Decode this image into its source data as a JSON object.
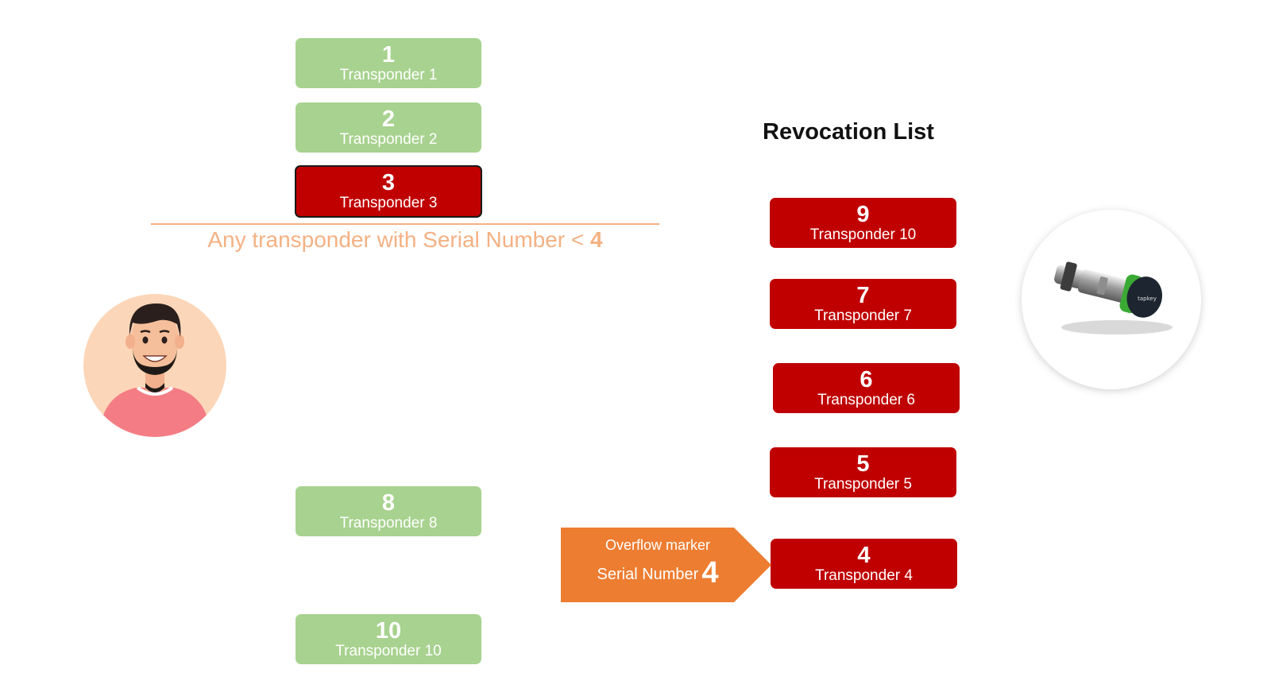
{
  "transponders_left": [
    {
      "number": "1",
      "label": "Transponder 1",
      "status": "valid"
    },
    {
      "number": "2",
      "label": "Transponder 2",
      "status": "valid"
    },
    {
      "number": "3",
      "label": "Transponder 3",
      "status": "revoked"
    },
    {
      "number": "8",
      "label": "Transponder 8",
      "status": "valid"
    },
    {
      "number": "10",
      "label": "Transponder 10",
      "status": "valid"
    }
  ],
  "threshold": {
    "caption_text": "Any transponder with Serial Number < ",
    "caption_number": "4"
  },
  "revocation_list": {
    "title": "Revocation List",
    "items": [
      {
        "number": "9",
        "label": "Transponder 10"
      },
      {
        "number": "7",
        "label": "Transponder 7"
      },
      {
        "number": "6",
        "label": "Transponder 6"
      },
      {
        "number": "5",
        "label": "Transponder 5"
      },
      {
        "number": "4",
        "label": "Transponder 4"
      }
    ]
  },
  "overflow_marker": {
    "line1": "Overflow marker",
    "line2": "Serial Number",
    "number": "4"
  },
  "lock_brand": "tapkey",
  "colors": {
    "valid": "#a8d28f",
    "revoked": "#c00000",
    "marker": "#ed7d31",
    "threshold": "#f4b183"
  },
  "icons": [
    "person-avatar-icon",
    "smart-lock-icon"
  ]
}
